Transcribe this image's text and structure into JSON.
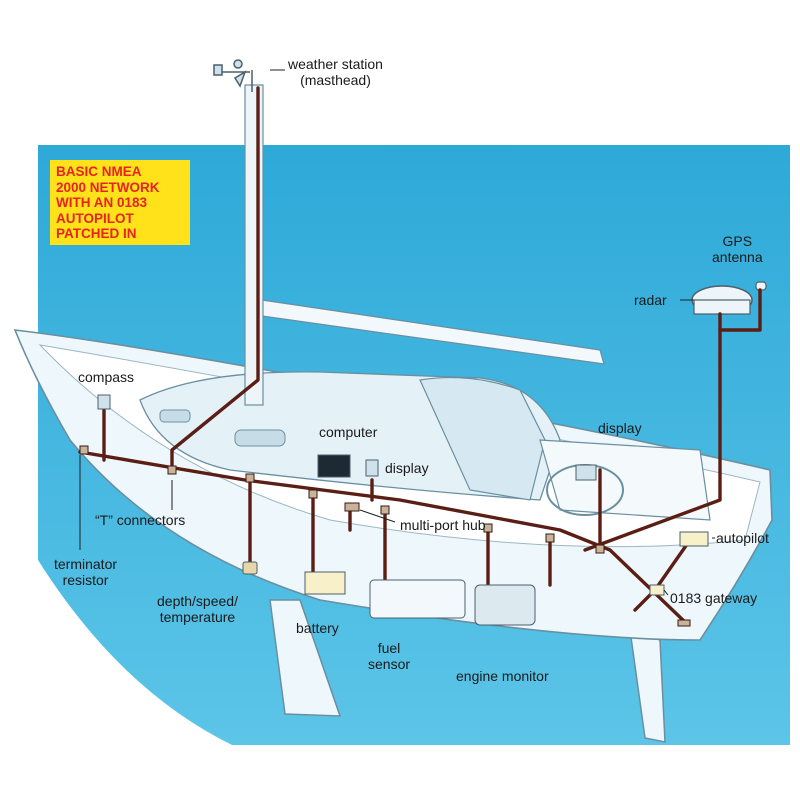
{
  "title_lines": [
    "BASIC NMEA",
    "2000 NETWORK",
    "WITH AN 0183",
    "AUTOPILOT",
    "PATCHED IN"
  ],
  "labels": {
    "weather_station": "weather station",
    "masthead": "(masthead)",
    "gps": "GPS",
    "antenna": "antenna",
    "radar": "radar",
    "compass": "compass",
    "computer": "computer",
    "display_cabin": "display",
    "display_helm": "display",
    "t_connectors": "“T” connectors",
    "multi_port_hub": "multi-port hub",
    "autopilot": "autopilot",
    "terminator": "terminator",
    "resistor": "resistor",
    "depth_speed": "depth/speed/",
    "temperature": "temperature",
    "battery": "battery",
    "fuel": "fuel",
    "sensor": "sensor",
    "engine_monitor": "engine monitor",
    "gateway_0183": "0183 gateway"
  },
  "colors": {
    "water": "#3fb3dd",
    "hull": "#eef7fb",
    "outline": "#6a8fa0",
    "cable": "#5a1e14",
    "title_bg": "#ffe21a",
    "title_text": "#e8231e"
  }
}
